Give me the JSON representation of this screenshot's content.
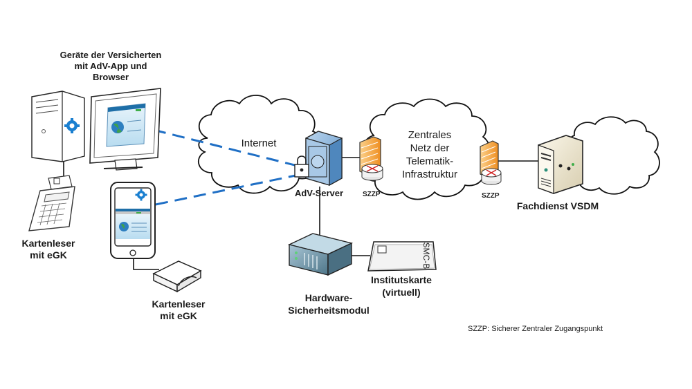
{
  "diagram": {
    "nodes": {
      "devices": {
        "label_lines": [
          "Geräte der Versicherten",
          "mit AdV-App und",
          "Browser"
        ]
      },
      "card_reader_desktop": {
        "label_lines": [
          "Kartenleser",
          "mit eGK"
        ]
      },
      "card_reader_mobile": {
        "label_lines": [
          "Kartenleser",
          "mit eGK"
        ]
      },
      "internet": {
        "label": "Internet"
      },
      "adv_server": {
        "label": "AdV-Server"
      },
      "szzp_left": {
        "label": "SZZP"
      },
      "ti_network": {
        "label_lines": [
          "Zentrales",
          "Netz der",
          "Telematik-",
          "Infrastruktur"
        ]
      },
      "szzp_right": {
        "label": "SZZP"
      },
      "fachdienst": {
        "label": "Fachdienst VSDM"
      },
      "hsm": {
        "label_lines": [
          "Hardware-",
          "Sicherheitsmodul"
        ]
      },
      "institutskarte": {
        "label_lines": [
          "Institutskarte",
          "(virtuell)"
        ],
        "card_text": "SMC-B"
      }
    },
    "legend": "SZZP: Sicherer Zentraler Zugangspunkt",
    "colors": {
      "dashed_link": "#1f6fc5",
      "line": "#111111",
      "server_blue": "#8fb8dc",
      "firewall_orange": "#f5a742",
      "router_red": "#d02020",
      "gear_blue": "#1a7fd0"
    },
    "icons": {
      "desktop_pc": "desktop-computer-icon",
      "monitor": "monitor-icon",
      "smartphone": "smartphone-icon",
      "lock": "lock-icon",
      "firewall": "firewall-icon",
      "router": "router-icon"
    }
  }
}
